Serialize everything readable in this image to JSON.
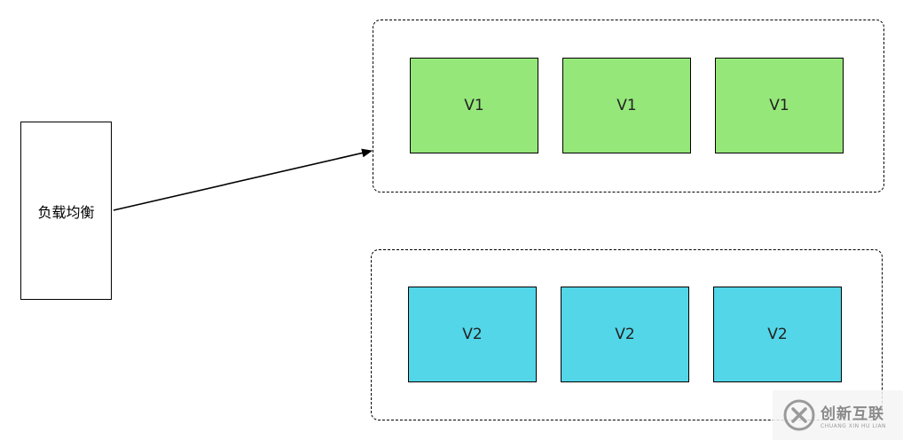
{
  "load_balancer": {
    "label": "负载均衡"
  },
  "groups": {
    "v1": {
      "nodes": [
        "V1",
        "V1",
        "V1"
      ],
      "fill": "#95e77a"
    },
    "v2": {
      "nodes": [
        "V2",
        "V2",
        "V2"
      ],
      "fill": "#52d6e8"
    }
  },
  "watermark": {
    "cn": "创新互联",
    "en": "CHUANG XIN HU LIAN"
  }
}
